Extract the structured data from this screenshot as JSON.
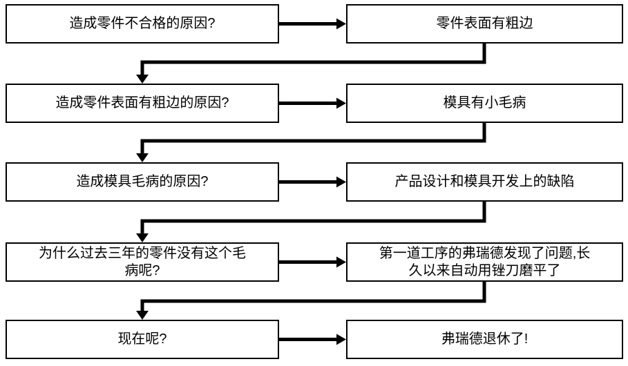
{
  "flowchart": {
    "rows": [
      {
        "question": "造成零件不合格的原因?",
        "answer": "零件表面有粗边"
      },
      {
        "question": "造成零件表面有粗边的原因?",
        "answer": "模具有小毛病"
      },
      {
        "question": "造成模具毛病的原因?",
        "answer": "产品设计和模具开发上的缺陷"
      },
      {
        "question": "为什么过去三年的零件没有这个毛病呢?",
        "answer": "第一道工序的弗瑞德发现了问题,长久以来自动用锉刀磨平了"
      },
      {
        "question": "现在呢?",
        "answer": "弗瑞德退休了!"
      }
    ],
    "colors": {
      "background": "#ffffff",
      "box_fill": "#ffffff",
      "box_border": "#000000",
      "arrow": "#000000",
      "text": "#000000"
    }
  }
}
